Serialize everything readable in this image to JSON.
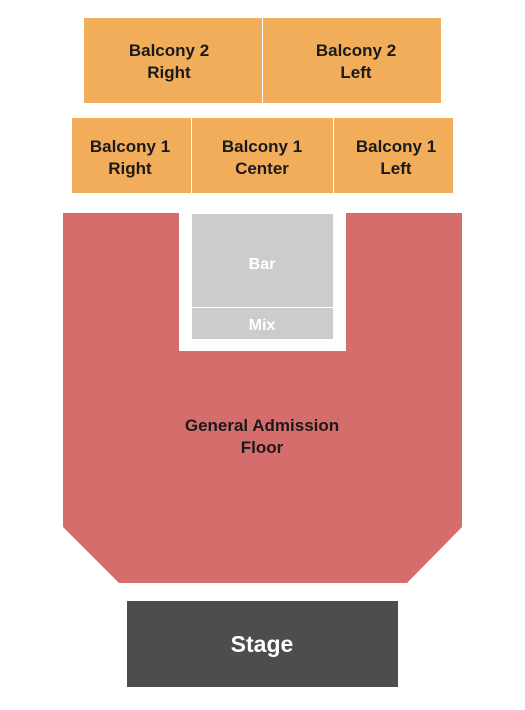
{
  "colors": {
    "balcony": "#f2ad5b",
    "floor": "#d66d6d",
    "fixture": "#cccccc",
    "stage": "#4d4d4d",
    "divider": "#ffffff"
  },
  "sections": {
    "balcony2_right": {
      "line1": "Balcony 2",
      "line2": "Right"
    },
    "balcony2_left": {
      "line1": "Balcony 2",
      "line2": "Left"
    },
    "balcony1_right": {
      "line1": "Balcony 1",
      "line2": "Right"
    },
    "balcony1_center": {
      "line1": "Balcony 1",
      "line2": "Center"
    },
    "balcony1_left": {
      "line1": "Balcony 1",
      "line2": "Left"
    },
    "ga_floor": {
      "line1": "General Admission",
      "line2": "Floor"
    }
  },
  "fixtures": {
    "bar": "Bar",
    "mix": "Mix",
    "stage": "Stage"
  }
}
